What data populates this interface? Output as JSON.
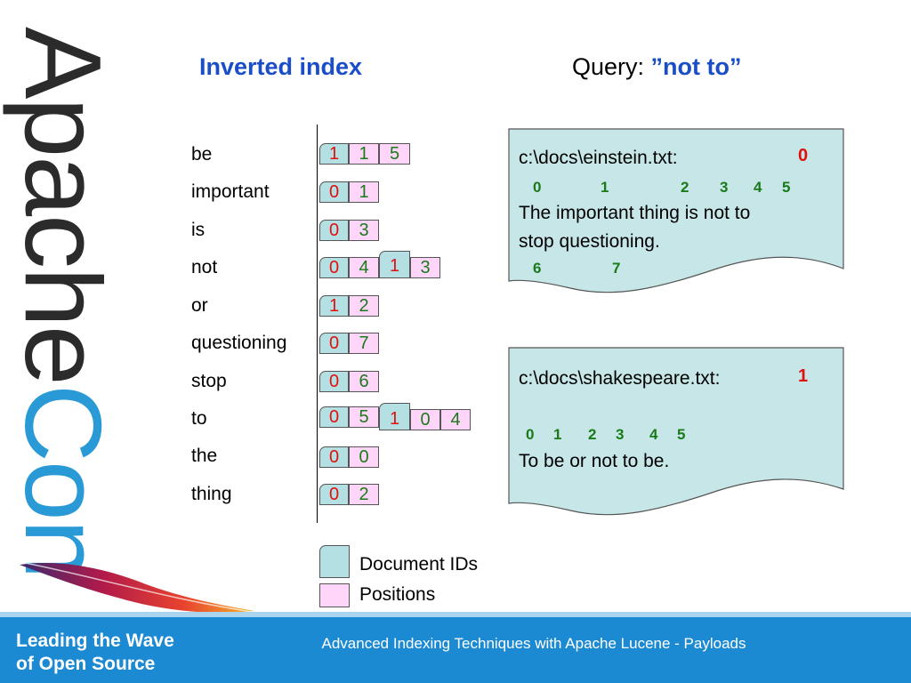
{
  "logo": {
    "part1": "Apache",
    "part2": "Con"
  },
  "title_left": "Inverted index",
  "title_right": {
    "prefix": "Query: ",
    "query": "”not to”"
  },
  "index": [
    {
      "term": "be",
      "postings": [
        {
          "doc": "1",
          "positions": [
            "1",
            "5"
          ]
        }
      ]
    },
    {
      "term": "important",
      "postings": [
        {
          "doc": "0",
          "positions": [
            "1"
          ]
        }
      ]
    },
    {
      "term": "is",
      "postings": [
        {
          "doc": "0",
          "positions": [
            "3"
          ]
        }
      ]
    },
    {
      "term": "not",
      "postings": [
        {
          "doc": "0",
          "positions": [
            "4"
          ]
        },
        {
          "doc": "1",
          "positions": [
            "3"
          ]
        }
      ]
    },
    {
      "term": "or",
      "postings": [
        {
          "doc": "1",
          "positions": [
            "2"
          ]
        }
      ]
    },
    {
      "term": "questioning",
      "postings": [
        {
          "doc": "0",
          "positions": [
            "7"
          ]
        }
      ]
    },
    {
      "term": "stop",
      "postings": [
        {
          "doc": "0",
          "positions": [
            "6"
          ]
        }
      ]
    },
    {
      "term": "to",
      "postings": [
        {
          "doc": "0",
          "positions": [
            "5"
          ]
        },
        {
          "doc": "1",
          "positions": [
            "0",
            "4"
          ]
        }
      ]
    },
    {
      "term": "the",
      "postings": [
        {
          "doc": "0",
          "positions": [
            "0"
          ]
        }
      ]
    },
    {
      "term": "thing",
      "postings": [
        {
          "doc": "0",
          "positions": [
            "2"
          ]
        }
      ]
    }
  ],
  "documents": [
    {
      "path": "c:\\docs\\einstein.txt:",
      "id": "0",
      "lines": [
        "The important thing is not to",
        "stop questioning."
      ],
      "numbers_top": [
        "0",
        "1",
        "2",
        "3",
        "4",
        "5"
      ],
      "numbers_bottom": [
        "6",
        "7"
      ]
    },
    {
      "path": "c:\\docs\\shakespeare.txt:",
      "id": "1",
      "lines": [
        "To be or not to be."
      ],
      "numbers_top": [
        "0",
        "1",
        "2",
        "3",
        "4",
        "5"
      ],
      "numbers_bottom": []
    }
  ],
  "legend": {
    "doc_ids": "Document IDs",
    "positions": "Positions"
  },
  "footer": {
    "tagline_1": "Leading the Wave",
    "tagline_2": "of Open Source",
    "subtitle": "Advanced Indexing Techniques with Apache Lucene - Payloads"
  },
  "colors": {
    "doc_id_fill": "#b5e0e3",
    "position_fill": "#ffd6fa",
    "doc_id_text": "#e01010",
    "position_text": "#1a7a1a",
    "title_blue": "#1a4ec9",
    "footer_blue": "#1c8ad3",
    "logo_blue": "#2a9ad6"
  }
}
